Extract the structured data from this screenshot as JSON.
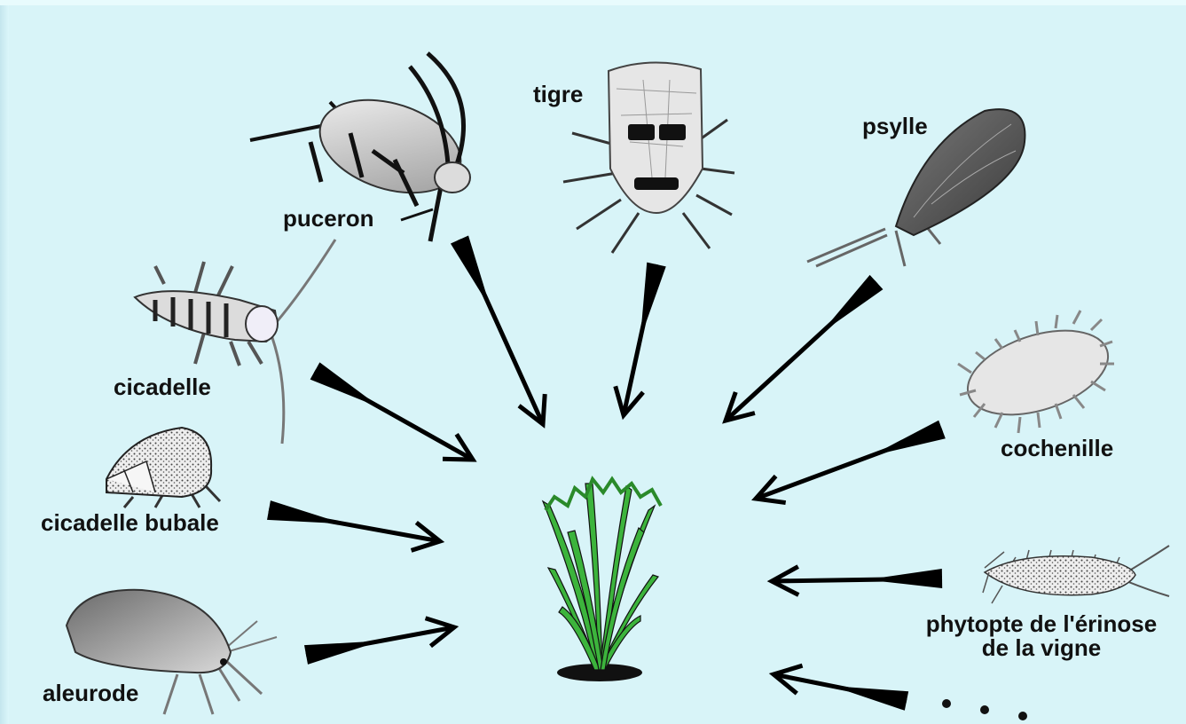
{
  "labels": {
    "puceron": "puceron",
    "tigre": "tigre",
    "psylle": "psylle",
    "cicadelle": "cicadelle",
    "cochenille": "cochenille",
    "cicadelle_bubale": "cicadelle bubale",
    "aleurode": "aleurode",
    "phytopte_line1": "phytopte de l'érinose",
    "phytopte_line2": "de la vigne",
    "ellipsis": "..."
  },
  "colors": {
    "background": "#d8f4f8",
    "arrow": "#000000",
    "plant_green": "#3cb43c",
    "insect_gray": "#bdbdbd"
  },
  "icons": {
    "center": "rice-plant-icon",
    "insects": [
      "aphid-icon",
      "thrips-icon",
      "psyllid-icon",
      "leafhopper-icon",
      "mealybug-icon",
      "buffalo-treehopper-icon",
      "whitefly-icon",
      "gall-mite-icon"
    ]
  }
}
